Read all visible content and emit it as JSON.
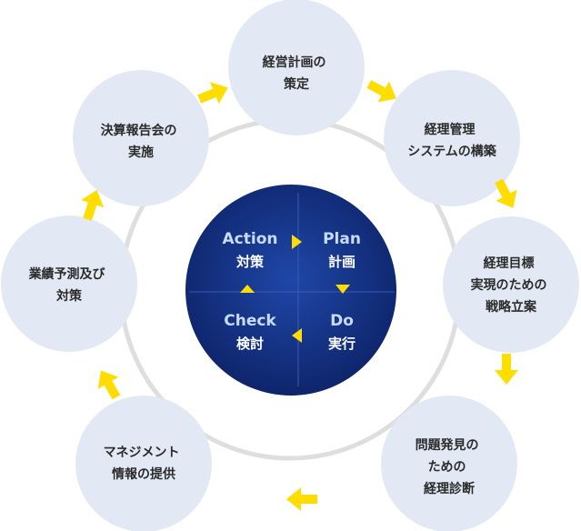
{
  "colors": {
    "node_fill": "#e2e9f4",
    "ring": "#dedede",
    "arrow": "#ffdd00",
    "center_fill": "#0f2b78",
    "center_edge": "#1d3f9e",
    "center_label_en": "#c8dcff",
    "center_label_jp": "#ffffff",
    "text": "#2b2b2b"
  },
  "cycle_nodes": [
    {
      "id": "plan-formulation",
      "lines": [
        "経営計画の",
        "策定"
      ]
    },
    {
      "id": "management-system",
      "lines": [
        "経理管理",
        "システムの構築"
      ]
    },
    {
      "id": "target-strategy",
      "lines": [
        "経理目標",
        "実現のための",
        "戦略立案"
      ]
    },
    {
      "id": "problem-diagnosis",
      "lines": [
        "問題発見の",
        "ための",
        "経理診断"
      ]
    },
    {
      "id": "management-info",
      "lines": [
        "マネジメント",
        "情報の提供"
      ]
    },
    {
      "id": "forecast-measures",
      "lines": [
        "業績予測及び",
        "対策"
      ]
    },
    {
      "id": "results-report",
      "lines": [
        "決算報告会の",
        "実施"
      ]
    }
  ],
  "pdca": [
    {
      "id": "action",
      "en": "Action",
      "jp": "対策"
    },
    {
      "id": "plan",
      "en": "Plan",
      "jp": "計画"
    },
    {
      "id": "do",
      "en": "Do",
      "jp": "実行"
    },
    {
      "id": "check",
      "en": "Check",
      "jp": "検討"
    }
  ],
  "icons": {
    "cycle_arrow": "chevron-arrow-icon",
    "pdca_arrow": "triangle-arrow-icon"
  }
}
